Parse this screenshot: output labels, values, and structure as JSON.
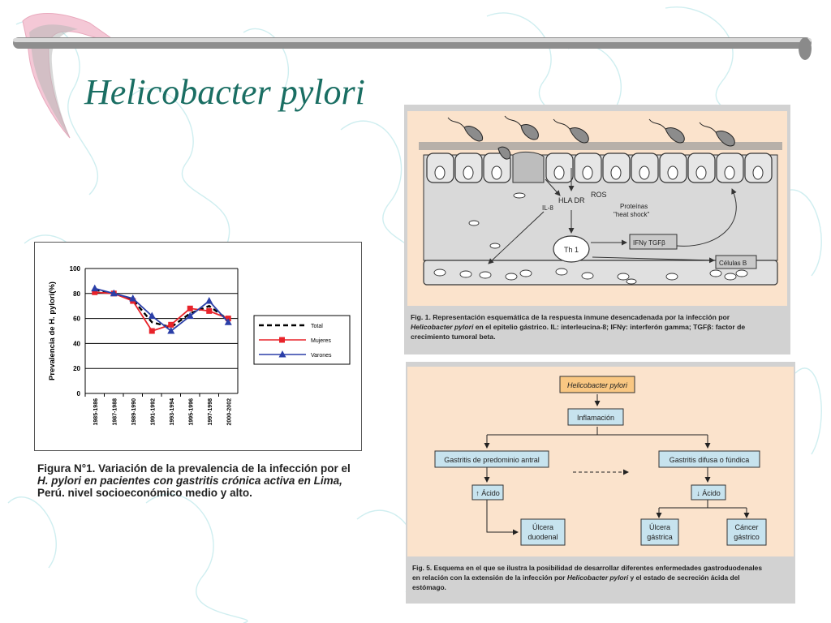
{
  "slide": {
    "title": "Helicobacter pylori"
  },
  "chart_data": {
    "type": "line",
    "ylabel": "Prevalencia de H. pylori(%)",
    "xlabel": "",
    "ylim": [
      0,
      100
    ],
    "yticks": [
      0,
      20,
      40,
      60,
      80,
      100
    ],
    "categories": [
      "1985-1986",
      "1987-1988",
      "1989-1990",
      "1991-1992",
      "1993-1994",
      "1995-1996",
      "1997-1998",
      "2000-2002"
    ],
    "series": [
      {
        "name": "Total",
        "values": [
          83,
          80,
          75,
          57,
          53,
          64,
          70,
          59
        ],
        "color": "#000000",
        "style": "dashed"
      },
      {
        "name": "Mujeres",
        "values": [
          81,
          80,
          74,
          50,
          55,
          68,
          66,
          60
        ],
        "color": "#e8232a",
        "marker": "square"
      },
      {
        "name": "Varones",
        "values": [
          84,
          80,
          76,
          62,
          50,
          62,
          74,
          57
        ],
        "color": "#2b3fa8",
        "marker": "triangle"
      }
    ],
    "legend_position": "right",
    "caption_lines": [
      "Figura N°1. Variación de la prevalencia de la infección por el",
      "H. pylori en pacientes con gastritis crónica activa en Lima,",
      "Perú. nivel socioeconómico medio y alto."
    ]
  },
  "fig1": {
    "labels": {
      "ros": "ROS",
      "hla": "HLA DR",
      "il8": "IL-8",
      "proteins": "Proteínas",
      "heatshock": "\"heat shock\"",
      "th1": "Th 1",
      "ifn": "IFNγ TGFβ",
      "cells": "Células B"
    },
    "caption": {
      "l1": "Fig. 1. Representación esquemática de la respuesta inmune desencadenada por la infección por",
      "l2a": "Helicobacter pylori",
      "l2b": " en el epitelio gástrico. IL: interleucina-8; IFNγ: interferón gamma; TGFβ: factor de",
      "l3": "crecimiento tumoral beta."
    }
  },
  "fig5": {
    "nodes": {
      "hp": "Helicobacter pylori",
      "infl": "Inflamación",
      "antral": "Gastritis de predominio antral",
      "difusa": "Gastritis difusa o fúndica",
      "acido_up": "↑ Ácido",
      "acido_down": "↓ Ácido",
      "ulc_duo_1": "Úlcera",
      "ulc_duo_2": "duodenal",
      "ulc_gas_1": "Úlcera",
      "ulc_gas_2": "gástrica",
      "cancer_1": "Cáncer",
      "cancer_2": "gástrico"
    },
    "caption": {
      "l1": "Fig. 5. Esquema en el que se ilustra la posibilidad de desarrollar diferentes enfermedades gastroduodenales",
      "l2a": "en relación con la extensión de la infección por ",
      "l2b": "Helicobacter pylori",
      "l2c": " y el estado de secreción ácida del",
      "l3": "estómago."
    }
  },
  "colors": {
    "title": "#1a6e63",
    "peach": "#fbe3cc",
    "gray_panel": "#d2d2d2",
    "node_fill": "#c7e3ee",
    "node_root": "#f9c782"
  }
}
